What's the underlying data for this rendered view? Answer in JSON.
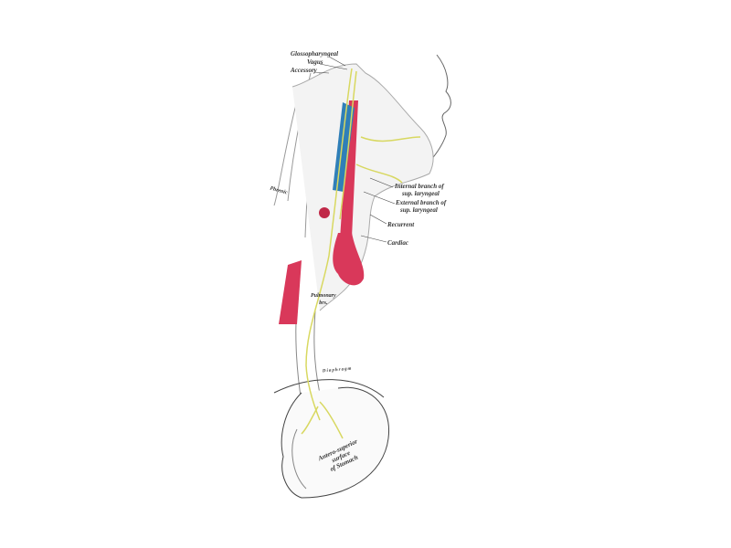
{
  "labels": {
    "glossopharyngeal": "Glossopharyngeal",
    "vagus": "Vagus",
    "accessory": "Accessory",
    "phrenic": "Phrenic",
    "internal_branch": [
      "Internal branch of",
      "sup. laryngeal"
    ],
    "external_branch": [
      "External branch of",
      "sup. laryngeal"
    ],
    "recurrent": "Recurrent",
    "cardiac": "Cardiac",
    "pulmonary": [
      "Pulmonary",
      "brs."
    ],
    "diaphragm": "Diaphragm",
    "stomach": [
      "Antero-superior",
      "surface",
      "of Stomach"
    ]
  },
  "colors": {
    "artery": "#d9385a",
    "vein": "#2f7fb8",
    "nerve": "#d8d860",
    "line": "#555555"
  }
}
